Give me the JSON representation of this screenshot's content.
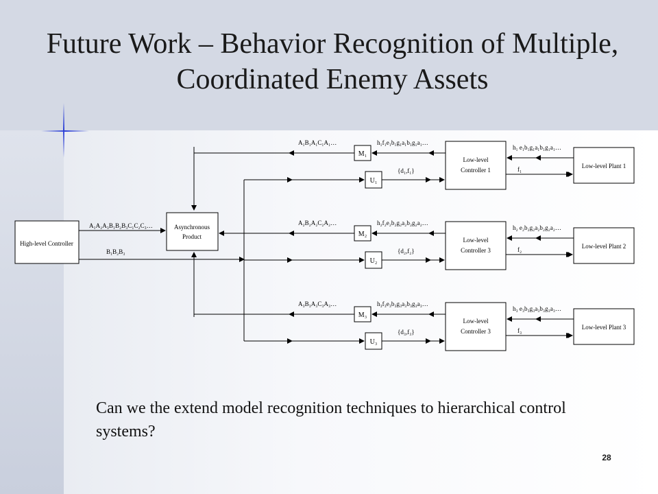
{
  "title": "Future Work – Behavior Recognition of Multiple, Coordinated Enemy Assets",
  "caption": "Can we the extend model recognition techniques to hierarchical control systems?",
  "slide_number": "28",
  "diagram": {
    "high_level_controller": "High-level Controller",
    "async_product": [
      "Asynchronous",
      "Product"
    ],
    "top_edge_label": "A₁A₂A₃B₁B₂B₃C₁C₂C₃…",
    "bottom_edge_label": "B₁B₂B₃",
    "rows": [
      {
        "m": "M₁",
        "u": "U₁",
        "m_out": "A₁B₁A₁C₁A₁…",
        "m_in": "h₁f₁e₁b₁g₁a₁b₁g₁a₁…",
        "u_in": "{d₁,f₁}",
        "controller": [
          "Low-level",
          "Controller 1"
        ],
        "plant": "Low-level Plant 1",
        "plant_out": "h₁ e₁b₁g₁a₁b₁g₁a₁…",
        "ctrl_out": "f₁"
      },
      {
        "m": "M₂",
        "u": "U₂",
        "m_out": "A₂B₂A₂C₂A₂…",
        "m_in": "h₂f₂e₂b₂g₂a₂b₂g₂a₂…",
        "u_in": "{d₂,f₂}",
        "controller": [
          "Low-level",
          "Controller 3"
        ],
        "plant": "Low-level Plant 2",
        "plant_out": "h₂ e₂b₂g₂a₂b₂g₂a₂…",
        "ctrl_out": "f₂"
      },
      {
        "m": "M₃",
        "u": "U₃",
        "m_out": "A₃B₃A₃C₃A₃…",
        "m_in": "h₃f₃e₃b₃g₃a₃b₃g₃a₃…",
        "u_in": "{d₃,f₃}",
        "controller": [
          "Low-level",
          "Controller 3"
        ],
        "plant": "Low-level Plant 3",
        "plant_out": "h₃ e₃b₃g₃a₃b₃g₃a₃…",
        "ctrl_out": "f₃"
      }
    ]
  }
}
